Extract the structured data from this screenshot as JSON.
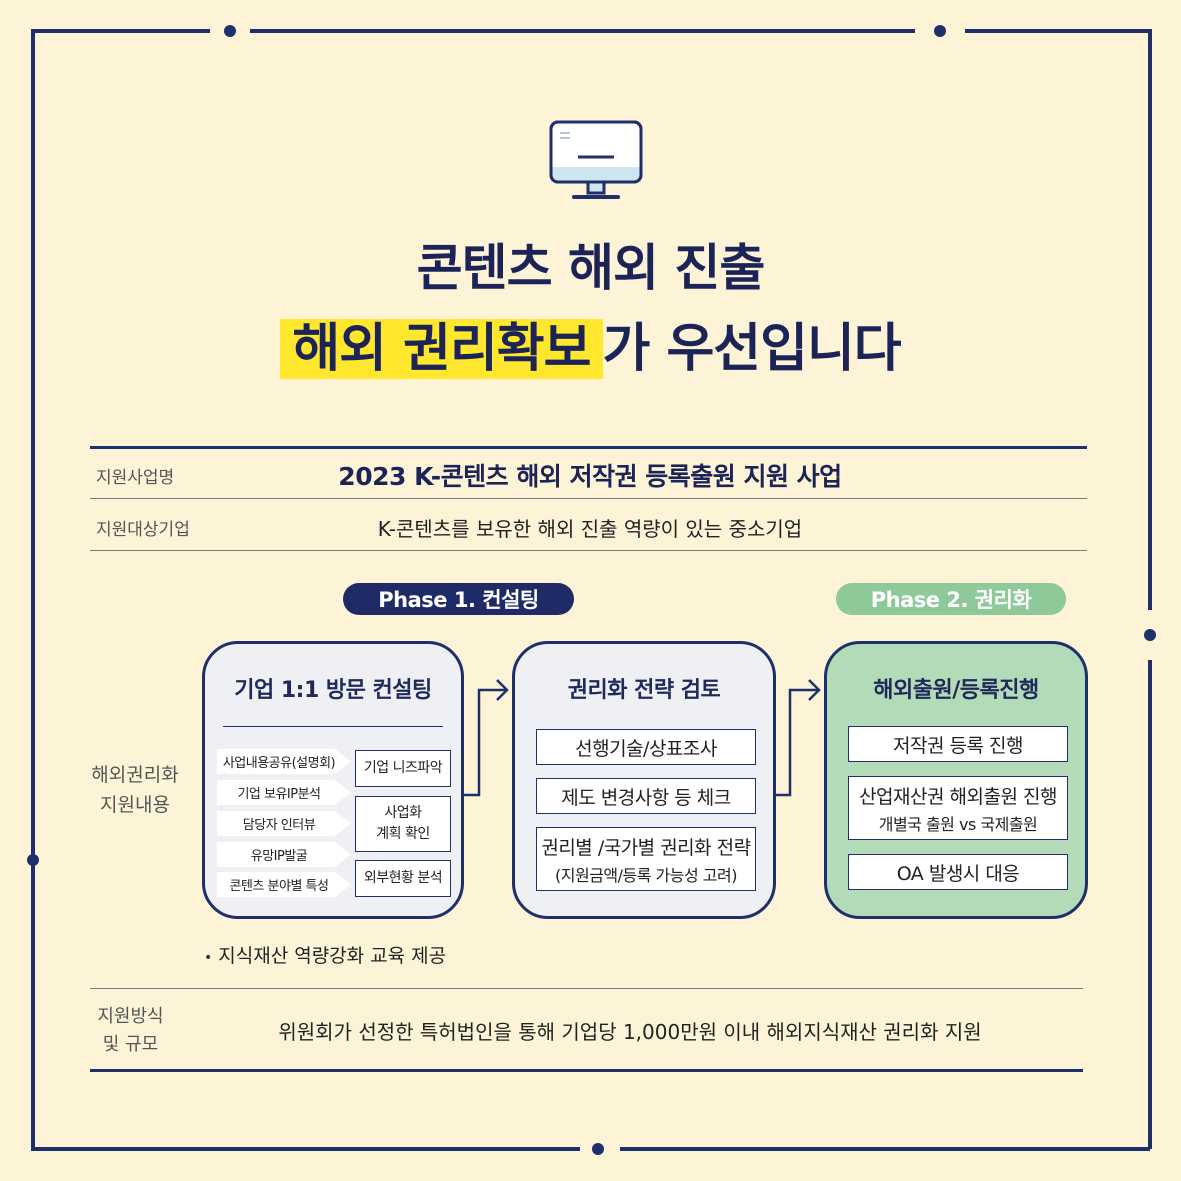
{
  "title": {
    "line1": "콘텐츠 해외 진출",
    "line2_highlight": "해외 권리확보",
    "line2_rest": "가 우선입니다"
  },
  "info": {
    "program_label": "지원사업명",
    "program_value": "2023 K-콘텐츠 해외 저작권 등록출원 지원 사업",
    "target_label": "지원대상기업",
    "target_value": "K-콘텐츠를 보유한 해외 진출 역량이 있는 중소기업",
    "content_label_1": "해외권리화",
    "content_label_2": "지원내용",
    "method_label_1": "지원방식",
    "method_label_2": "및 규모",
    "method_value": "위원회가 선정한 특허법인을 통해 기업당 1,000만원 이내 해외지식재산 권리화 지원"
  },
  "phases": {
    "phase1": "Phase 1. 컨설팅",
    "phase2": "Phase 2. 권리화"
  },
  "box1": {
    "title": "기업 1:1 방문 컨설팅",
    "tags": [
      "사업내용공유(설명회)",
      "기업 보유IP분석",
      "담당자 인터뷰",
      "유망IP발굴",
      "콘텐츠 분야별 특성"
    ],
    "results": [
      "기업 니즈파악",
      "사업화",
      "계획 확인",
      "외부현황 분석"
    ]
  },
  "box2": {
    "title": "권리화 전략 검토",
    "items": [
      "선행기술/상표조사",
      "제도 변경사항 등 체크",
      "권리별 /국가별 권리화 전략",
      "(지원금액/등록 가능성 고려)"
    ]
  },
  "box3": {
    "title": "해외출원/등록진행",
    "items": [
      "저작권 등록 진행",
      "산업재산권 해외출원 진행",
      "개별국 출원 vs 국제출원",
      "OA 발생시 대응"
    ]
  },
  "note": "지식재산 역량강화 교육 제공",
  "colors": {
    "navy": "#1f2f6b",
    "background": "#fdf4d8",
    "highlight": "#ffe72e",
    "phase2_green": "#8ec99a",
    "box3_green": "#b4dbb8"
  }
}
